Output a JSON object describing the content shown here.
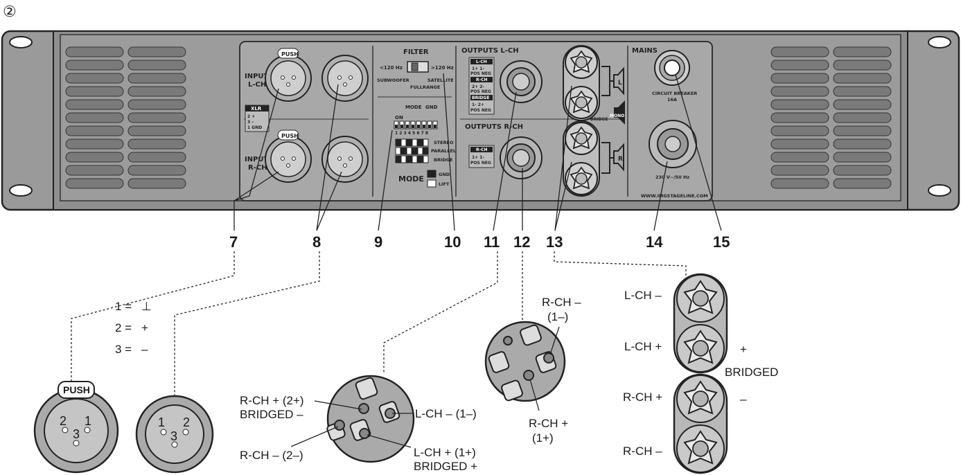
{
  "figure_number": "②",
  "panel": {
    "input_l": "INPUT",
    "input_l2": "L-CH",
    "input_r": "INPUT",
    "input_r2": "R-CH",
    "push": "PUSH",
    "xlr_title": "XLR",
    "xlr_rows": [
      "2   +",
      "3   –",
      "1  GND"
    ],
    "filter": "FILTER",
    "filter_low": "<120 Hz",
    "filter_high": ">120 Hz",
    "subwoofer": "SUBWOOFER",
    "satellite": "SATELLITE",
    "fullrange": "FULLRANGE",
    "mode_hdr": "MODE",
    "gnd_hdr": "GND",
    "on": "ON",
    "dip_nums": "1 2 3 4 5 6 7 8",
    "stereo": "STEREO",
    "parallel": "PARALLEL",
    "bridge": "BRIDGE",
    "mode_big": "MODE",
    "gnd": "GND",
    "lift": "LIFT",
    "outputs_l": "OUTPUTS L-CH",
    "outputs_r": "OUTPUTS R-CH",
    "lch_tag": "L-CH",
    "rch_tag": "R-CH",
    "bridge_tag": "BRIDGE",
    "pos_neg": "POS NEG",
    "pins_11": "1+  1-",
    "pins_22": "2+  2-",
    "pins_12": "1-  2+",
    "bridge_lbl": "BRIDGE",
    "mono": "MONO",
    "spk_l": "L",
    "spk_r": "R",
    "mains": "MAINS",
    "breaker": "CIRCUIT BREAKER",
    "breaker_a": "16A",
    "voltage": "230 V~/50 Hz",
    "url": "WWW.IMGSTAGELINE.COM"
  },
  "callouts": [
    "7",
    "8",
    "9",
    "10",
    "11",
    "12",
    "13",
    "14",
    "15"
  ],
  "pin_legend": [
    "1 =",
    "⊥",
    "2 =",
    "+",
    "3 =",
    "–"
  ],
  "xlr_detail": {
    "push": "PUSH",
    "pin_2": "2",
    "pin_1": "1",
    "pin_3": "3"
  },
  "speakon_l": {
    "rch_plus": "R-CH + (2+)",
    "bridged_minus": "BRIDGED –",
    "lch_minus": "L-CH – (1–)",
    "rch_minus": "R-CH – (2–)",
    "lch_plus": "L-CH + (1+)",
    "bridged_plus": "BRIDGED +"
  },
  "speakon_r": {
    "rch_minus": "R-CH –",
    "rch_minus_pin": "(1–)",
    "rch_plus": "R-CH +",
    "rch_plus_pin": "(1+)"
  },
  "binding_posts": {
    "lch_minus": "L-CH –",
    "lch_plus": "L-CH +",
    "plus": "+",
    "bridged": "BRIDGED",
    "rch_plus": "R-CH +",
    "minus": "–",
    "rch_minus": "R-CH –"
  }
}
